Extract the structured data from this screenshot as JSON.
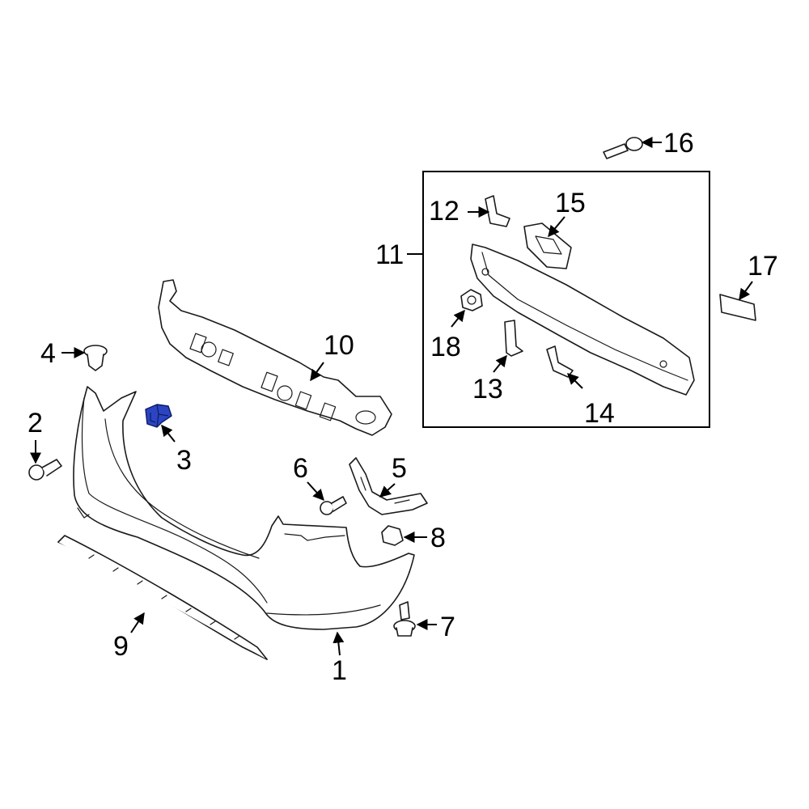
{
  "diagram": {
    "highlight_color": "#2b45c2",
    "callouts": {
      "c1": "1",
      "c2": "2",
      "c3": "3",
      "c4": "4",
      "c5": "5",
      "c6": "6",
      "c7": "7",
      "c8": "8",
      "c9": "9",
      "c10": "10",
      "c11": "11",
      "c12": "12",
      "c13": "13",
      "c14": "14",
      "c15": "15",
      "c16": "16",
      "c17": "17",
      "c18": "18"
    }
  }
}
